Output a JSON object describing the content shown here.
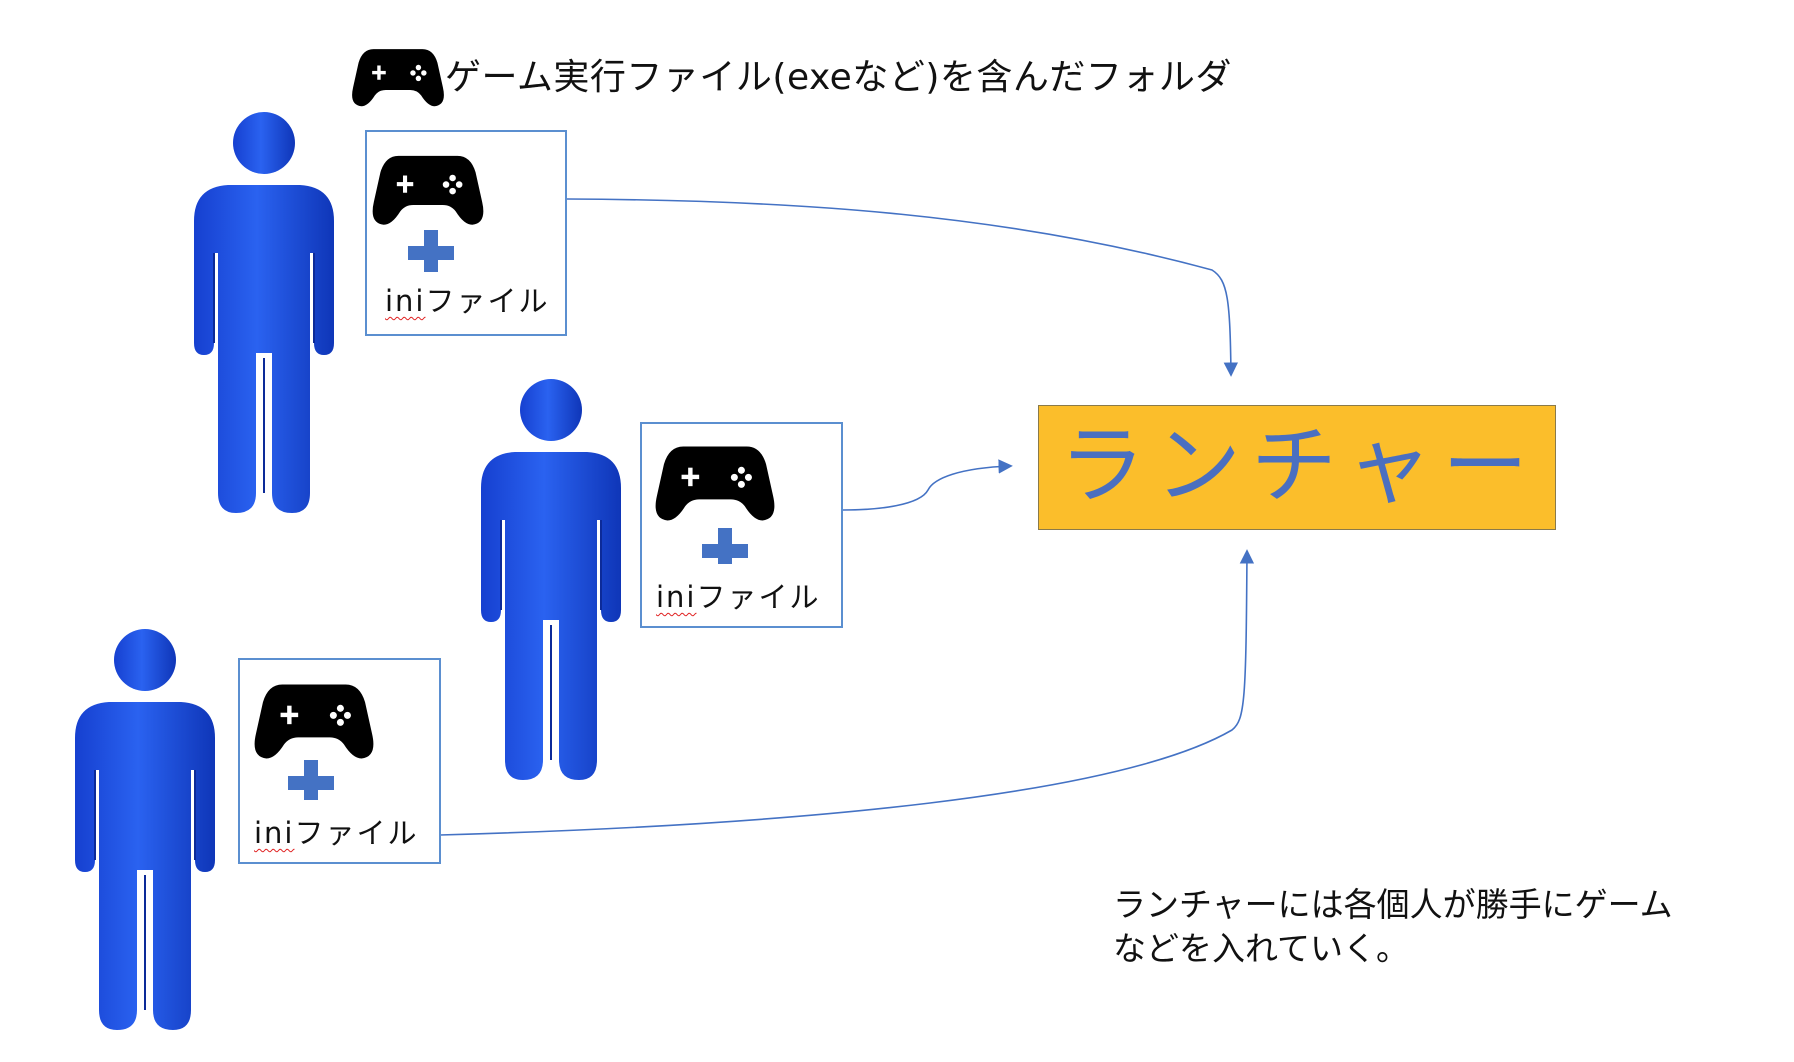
{
  "legend": {
    "icon": "gamepad-icon",
    "text": "ゲーム実行ファイル(exeなど)を含んだフォルダ"
  },
  "packages": [
    {
      "icon": "gamepad-icon",
      "plus": "plus-icon",
      "ini": "ini",
      "suffix": "ファイル"
    },
    {
      "icon": "gamepad-icon",
      "plus": "plus-icon",
      "ini": "ini",
      "suffix": "ファイル"
    },
    {
      "icon": "gamepad-icon",
      "plus": "plus-icon",
      "ini": "ini",
      "suffix": "ファイル"
    }
  ],
  "launcher": {
    "label": "ランチャー"
  },
  "note": {
    "line1": "ランチャーには各個人が勝手にゲーム",
    "line2": "などを入れていく。"
  },
  "colors": {
    "person": "#1a4fe0",
    "launcher_fill": "#fbbe2b",
    "launcher_text": "#4a6fc0",
    "arrow": "#4472c4",
    "plus": "#4472c4",
    "box_border": "#5b8fd0"
  }
}
